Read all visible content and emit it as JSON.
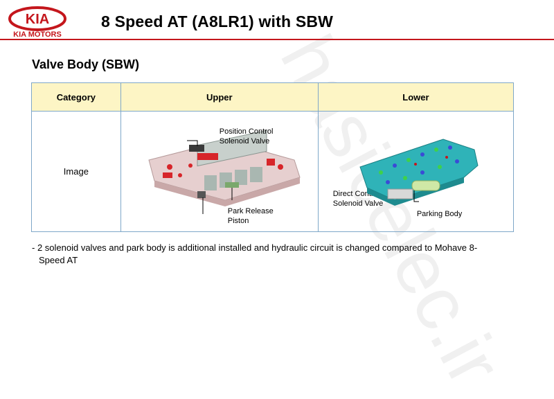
{
  "header": {
    "brand_text": "KIA MOTORS",
    "logo_text": "KIA",
    "title": "8 Speed AT (A8LR1) with SBW"
  },
  "subtitle": "Valve Body (SBW)",
  "table": {
    "headers": [
      "Category",
      "Upper",
      "Lower"
    ],
    "row_label": "Image",
    "upper_callouts": {
      "position_control": [
        "Position Control",
        "Solenoid Valve"
      ],
      "direct_control": [
        "Direct Control",
        "Solenoid Valve"
      ],
      "park_release": [
        "Park Release",
        "Piston"
      ]
    },
    "lower_callouts": {
      "parking_body": "Parking Body"
    }
  },
  "note": {
    "line1": "- 2 solenoid valves and park body is additional installed and hydraulic circuit is changed compared to Mohave 8-",
    "line2": "Speed AT"
  },
  "watermark": "hasicelec.ir",
  "colors": {
    "brand_red": "#c4161c",
    "header_fill": "#fdf5c5",
    "table_border": "#7ea7c8"
  }
}
